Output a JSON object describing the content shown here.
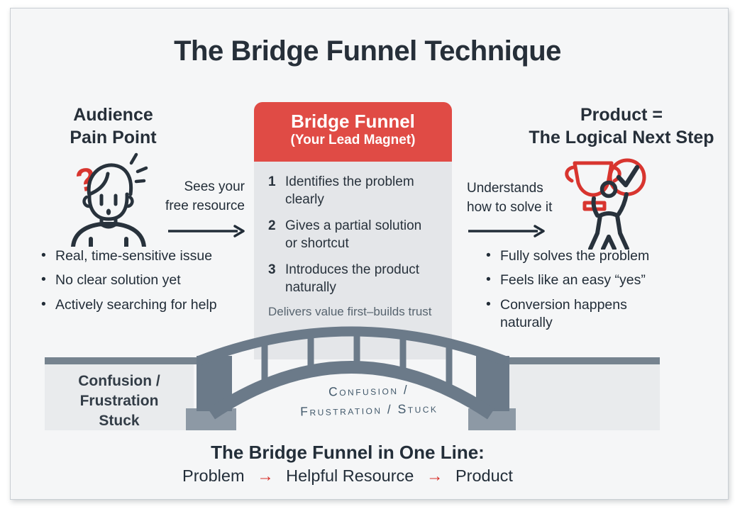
{
  "title": "The Bridge Funnel Technique",
  "ui": {
    "bullet": "•"
  },
  "colors": {
    "accent_red": "#e04b45",
    "icon_red": "#d8352f",
    "dark_text": "#262f39",
    "card_body": "#e4e6e9",
    "bridge": "#6b7a89",
    "pier": "#8d99a5",
    "bank": "#e9ebed",
    "caption_slate": "#57646f"
  },
  "left": {
    "heading": "Audience\nPain Point",
    "arrow_label": "Sees your\nfree resource",
    "bullets": [
      "Real, time-sensitive issue",
      "No clear solution yet",
      "Actively searching for help"
    ]
  },
  "center": {
    "header_title": "Bridge Funnel",
    "header_subtitle": "(Your Lead Magnet)",
    "steps": [
      {
        "num": "1",
        "text": "Identifies the problem clearly"
      },
      {
        "num": "2",
        "text": "Gives a partial solution or shortcut"
      },
      {
        "num": "3",
        "text": "Introduces the product naturally"
      }
    ],
    "caption": "Delivers value first–builds trust"
  },
  "right": {
    "heading": "Product =\nThe Logical Next Step",
    "arrow_label": "Understands\nhow to solve it",
    "bullets": [
      "Fully solves the problem",
      "Feels like an easy “yes”",
      "Conversion happens naturally"
    ]
  },
  "bridge": {
    "bank_label": "Confusion /\nFrustration\nStuck",
    "water_label": "Confusion /\nFrustration / Stuck"
  },
  "one_liner": {
    "title": "The Bridge Funnel in One Line:",
    "steps": [
      "Problem",
      "Helpful Resource",
      "Product"
    ],
    "arrow": "→"
  }
}
